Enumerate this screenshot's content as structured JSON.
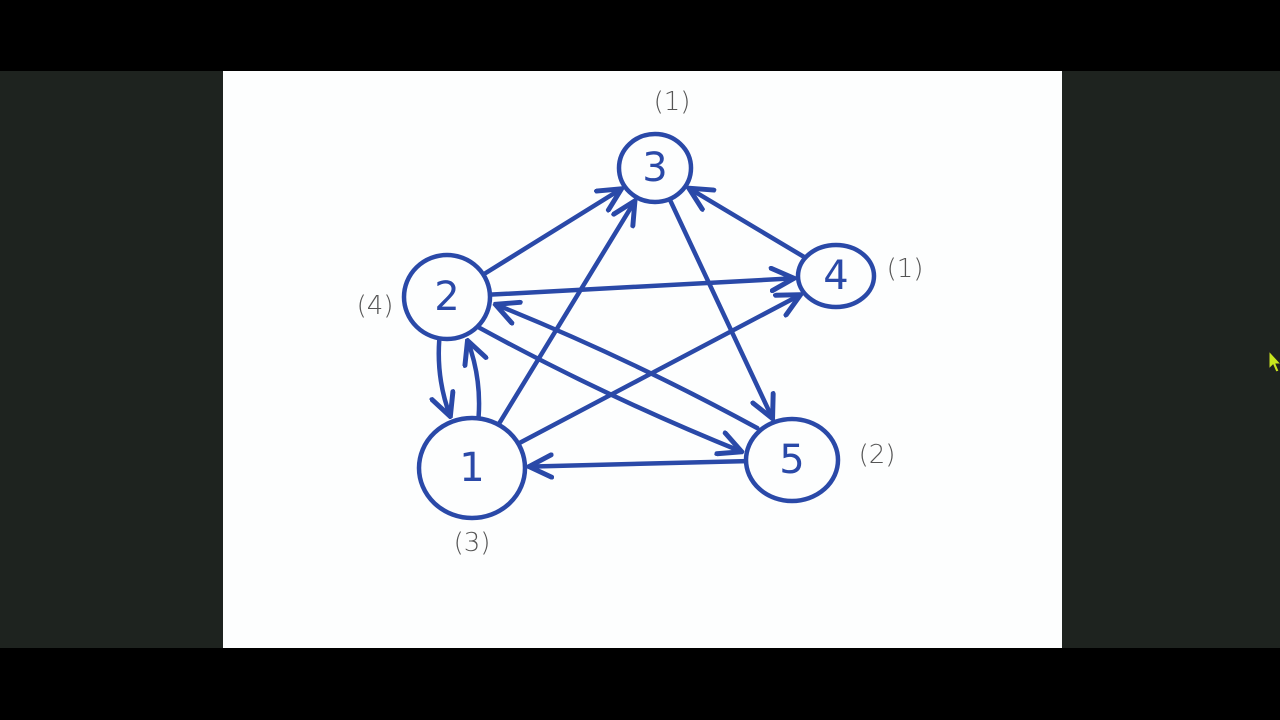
{
  "diagram": {
    "type": "directed-graph",
    "stroke_color": "#2a49a8",
    "nodes": [
      {
        "id": "1",
        "label": "1",
        "annotation": "(3)"
      },
      {
        "id": "2",
        "label": "2",
        "annotation": "(4)"
      },
      {
        "id": "3",
        "label": "3",
        "annotation": "(1)"
      },
      {
        "id": "4",
        "label": "4",
        "annotation": "(1)"
      },
      {
        "id": "5",
        "label": "5",
        "annotation": "(2)"
      }
    ],
    "edges": [
      {
        "from": "2",
        "to": "3"
      },
      {
        "from": "1",
        "to": "3"
      },
      {
        "from": "4",
        "to": "3"
      },
      {
        "from": "3",
        "to": "5"
      },
      {
        "from": "2",
        "to": "4"
      },
      {
        "from": "1",
        "to": "4"
      },
      {
        "from": "2",
        "to": "5"
      },
      {
        "from": "5",
        "to": "2"
      },
      {
        "from": "5",
        "to": "1"
      },
      {
        "from": "2",
        "to": "1"
      },
      {
        "from": "1",
        "to": "2"
      }
    ]
  }
}
